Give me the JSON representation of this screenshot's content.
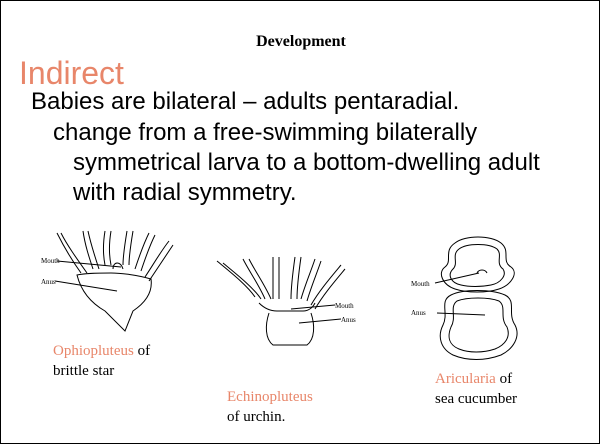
{
  "title": "Development",
  "heading": "Indirect",
  "body": {
    "line1": "Babies are bilateral – adults pentaradial.",
    "line2": "change from a free-swimming bilaterally",
    "line3": "symmetrical larva to a bottom-dwelling adult",
    "line4": "with radial symmetry."
  },
  "figures": [
    {
      "labels": {
        "mouth": "Mouth",
        "anus": "Anus"
      },
      "caption_name": "Ophiopluteus",
      "caption_of": " of",
      "caption_line2": "brittle star"
    },
    {
      "labels": {
        "mouth": "Mouth",
        "anus": "Anus"
      },
      "caption_name": "Echinopluteus",
      "caption_line2": "of urchin."
    },
    {
      "labels": {
        "mouth": "Mouth",
        "anus": "Anus"
      },
      "caption_name": "Aricularia",
      "caption_of": " of",
      "caption_line2": "sea cucumber"
    }
  ],
  "colors": {
    "accent": "#e8866a",
    "text": "#000000",
    "background": "#ffffff"
  }
}
